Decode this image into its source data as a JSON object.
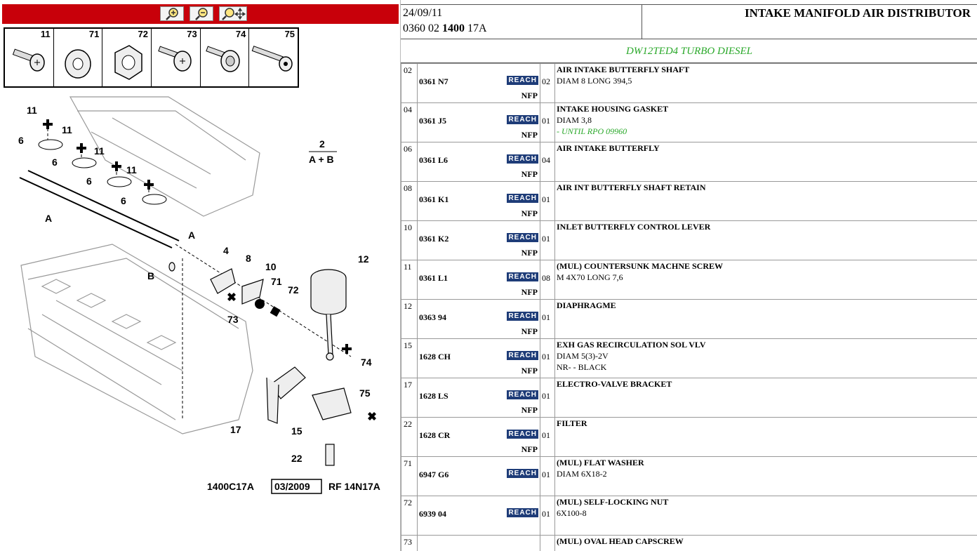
{
  "toolbar": {
    "zoom_in": "zoom-in-icon",
    "zoom_out": "zoom-out-icon",
    "pan": "zoom-pan-icon",
    "bar_color": "#c8000a"
  },
  "thumbnails": [
    {
      "num": "11",
      "icon": "countersunk-screw-icon"
    },
    {
      "num": "71",
      "icon": "flat-washer-icon"
    },
    {
      "num": "72",
      "icon": "self-locking-nut-icon"
    },
    {
      "num": "73",
      "icon": "oval-head-capscrew-icon"
    },
    {
      "num": "74",
      "icon": "flanged-screw-icon"
    },
    {
      "num": "75",
      "icon": "hex-socket-screw-icon"
    }
  ],
  "diagram": {
    "callouts": [
      "11",
      "6",
      "11",
      "6",
      "11",
      "6",
      "11",
      "6",
      "2",
      "A + B",
      "A",
      "A",
      "B",
      "4",
      "8",
      "10",
      "71",
      "72",
      "73",
      "12",
      "74",
      "17",
      "15",
      "75",
      "22"
    ],
    "footer_code": "1400C17A",
    "footer_date": "03/2009",
    "footer_ref": "RF 14N17A"
  },
  "header": {
    "date": "24/09/11",
    "ref_pre": "0360 02 ",
    "ref_bold": "1400",
    "ref_post": " 17A",
    "title": "INTAKE MANIFOLD AIR DISTRIBUTOR"
  },
  "engine": "DW12TED4 TURBO DIESEL",
  "reach_label": "REACH",
  "colors": {
    "reach_bg": "#1e3c78",
    "green": "#2aa82a"
  },
  "parts": [
    {
      "idx": "02",
      "ref": "0361 N7",
      "nfp": "NFP",
      "qty": "02",
      "title": "AIR INTAKE BUTTERFLY SHAFT",
      "line1": "DIAM 8 LONG 394,5",
      "line2": "",
      "line2_green": ""
    },
    {
      "idx": "04",
      "ref": "0361 J5",
      "nfp": "NFP",
      "qty": "01",
      "title": "INTAKE HOUSING GASKET",
      "line1": "DIAM 3,8",
      "line2": "",
      "line2_green": "- UNTIL RPO 09960"
    },
    {
      "idx": "06",
      "ref": "0361 L6",
      "nfp": "NFP",
      "qty": "04",
      "title": "AIR INTAKE BUTTERFLY",
      "line1": "",
      "line2": "",
      "line2_green": ""
    },
    {
      "idx": "08",
      "ref": "0361 K1",
      "nfp": "NFP",
      "qty": "01",
      "title": "AIR INT BUTTERFLY SHAFT RETAIN",
      "line1": "",
      "line2": "",
      "line2_green": ""
    },
    {
      "idx": "10",
      "ref": "0361 K2",
      "nfp": "NFP",
      "qty": "01",
      "title": "INLET BUTTERFLY CONTROL LEVER",
      "line1": "",
      "line2": "",
      "line2_green": ""
    },
    {
      "idx": "11",
      "ref": "0361 L1",
      "nfp": "NFP",
      "qty": "08",
      "title": "(MUL) COUNTERSUNK MACHNE SCREW",
      "line1": "M 4X70 LONG 7,6",
      "line2": "",
      "line2_green": ""
    },
    {
      "idx": "12",
      "ref": "0363 94",
      "nfp": "NFP",
      "qty": "01",
      "title": "DIAPHRAGME",
      "line1": "",
      "line2": "",
      "line2_green": ""
    },
    {
      "idx": "15",
      "ref": "1628 CH",
      "nfp": "NFP",
      "qty": "01",
      "title": "EXH GAS RECIRCULATION SOL VLV",
      "line1": "DIAM 5(3)-2V",
      "line2": "NR- - BLACK",
      "line2_green": ""
    },
    {
      "idx": "17",
      "ref": "1628 LS",
      "nfp": "NFP",
      "qty": "01",
      "title": "ELECTRO-VALVE BRACKET",
      "line1": "",
      "line2": "",
      "line2_green": ""
    },
    {
      "idx": "22",
      "ref": "1628 CR",
      "nfp": "NFP",
      "qty": "01",
      "title": "FILTER",
      "line1": "",
      "line2": "",
      "line2_green": ""
    },
    {
      "idx": "71",
      "ref": "6947 G6",
      "nfp": "",
      "qty": "01",
      "title": "(MUL) FLAT WASHER",
      "line1": "DIAM 6X18-2",
      "line2": "",
      "line2_green": ""
    },
    {
      "idx": "72",
      "ref": "6939 04",
      "nfp": "",
      "qty": "01",
      "title": "(MUL) SELF-LOCKING NUT",
      "line1": "6X100-8",
      "line2": "",
      "line2_green": ""
    },
    {
      "idx": "73",
      "ref": "",
      "nfp": "",
      "qty": "",
      "title": "(MUL) OVAL HEAD CAPSCREW",
      "line1": "",
      "line2": "",
      "line2_green": ""
    }
  ]
}
